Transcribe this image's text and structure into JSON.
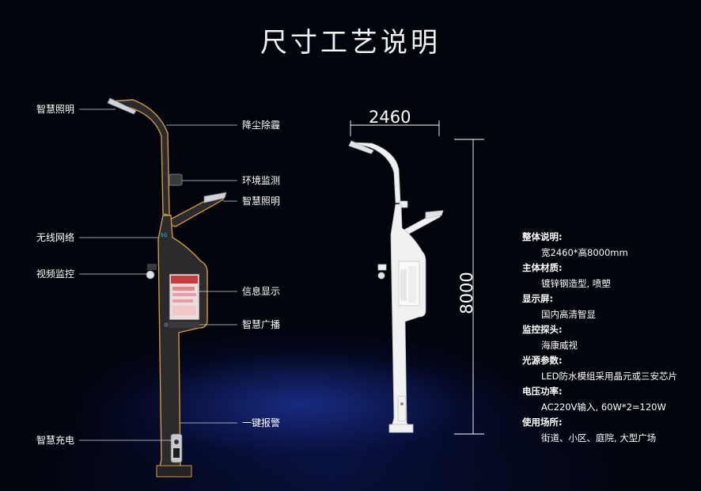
{
  "title": "尺寸工艺说明",
  "callouts": {
    "lighting_top": "智慧照明",
    "dust": "降尘除霾",
    "env": "环境监测",
    "lighting_mid": "智慧照明",
    "wireless": "无线网络",
    "video": "视频监控",
    "info": "信息显示",
    "broadcast": "智慧广播",
    "alarm": "一键报警",
    "charging": "智慧充电"
  },
  "dimensions": {
    "width": "2460",
    "height": "8000"
  },
  "specs": [
    {
      "heading": "整体说明:",
      "value": "宽2460*高8000mm"
    },
    {
      "heading": "主体材质:",
      "value": "镀锌钢造型, 喷塑"
    },
    {
      "heading": "显示屏:",
      "value": "国内高清智显"
    },
    {
      "heading": "监控探头:",
      "value": "海康威视"
    },
    {
      "heading": "光源参数:",
      "value": "LED防水模组采用晶元或三安芯片"
    },
    {
      "heading": "电压功率:",
      "value": "AC220V输入, 60W*2=120W"
    },
    {
      "heading": "使用场所:",
      "value": "街道、小区、庭院, 大型广场"
    }
  ],
  "screen_texts": {
    "badge": "5G"
  },
  "colors": {
    "accent": "#d49a3a",
    "pole_dark": "#2b2b2e",
    "pole_white": "#f1f1f1",
    "glow": "#2a48d2"
  }
}
